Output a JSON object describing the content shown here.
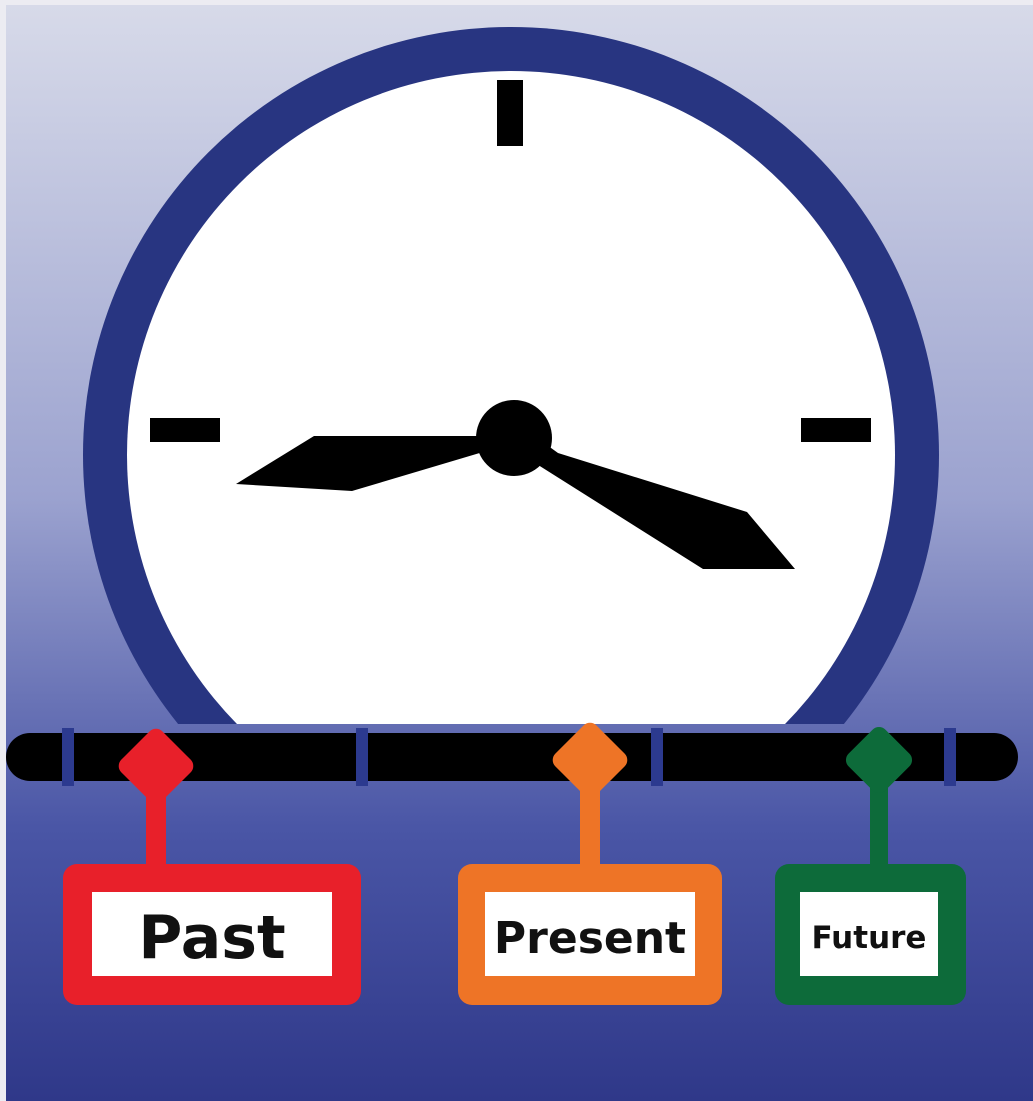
{
  "labels": {
    "past": "Past",
    "present": "Present",
    "future": "Future"
  },
  "icons": {
    "clock": "clock-icon",
    "timeline": "timeline-bar",
    "past_marker": "diamond-marker",
    "present_marker": "diamond-marker",
    "future_marker": "diamond-marker"
  },
  "colors": {
    "background_top": "#d7dae9",
    "background_bottom": "#2f3889",
    "clock_rim": "#283581",
    "clock_face": "#ffffff",
    "hands": "#000000",
    "timeline": "#000000",
    "past": "#e8202a",
    "present": "#ee7426",
    "future": "#0d6b3a"
  }
}
